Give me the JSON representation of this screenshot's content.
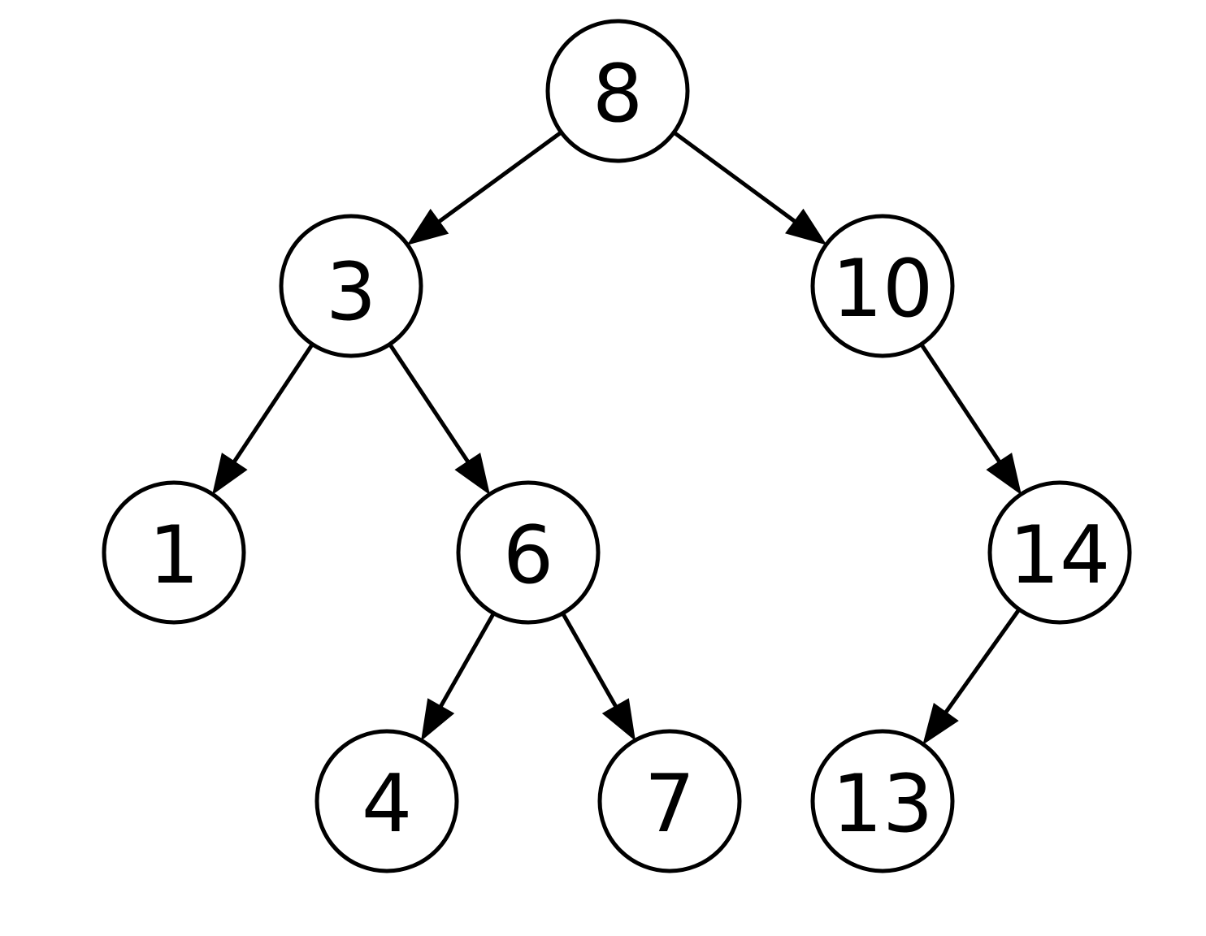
{
  "diagram": {
    "type": "binary-search-tree",
    "colors": {
      "stroke": "#000000",
      "node_fill": "#ffffff",
      "background": "#ffffff"
    },
    "nodes": [
      {
        "id": "n8",
        "label": "8"
      },
      {
        "id": "n3",
        "label": "3"
      },
      {
        "id": "n10",
        "label": "10"
      },
      {
        "id": "n1",
        "label": "1"
      },
      {
        "id": "n6",
        "label": "6"
      },
      {
        "id": "n14",
        "label": "14"
      },
      {
        "id": "n4",
        "label": "4"
      },
      {
        "id": "n7",
        "label": "7"
      },
      {
        "id": "n13",
        "label": "13"
      }
    ],
    "edges": [
      {
        "from": "n8",
        "to": "n3"
      },
      {
        "from": "n8",
        "to": "n10"
      },
      {
        "from": "n3",
        "to": "n1"
      },
      {
        "from": "n3",
        "to": "n6"
      },
      {
        "from": "n10",
        "to": "n14"
      },
      {
        "from": "n6",
        "to": "n4"
      },
      {
        "from": "n6",
        "to": "n7"
      },
      {
        "from": "n14",
        "to": "n13"
      }
    ]
  }
}
